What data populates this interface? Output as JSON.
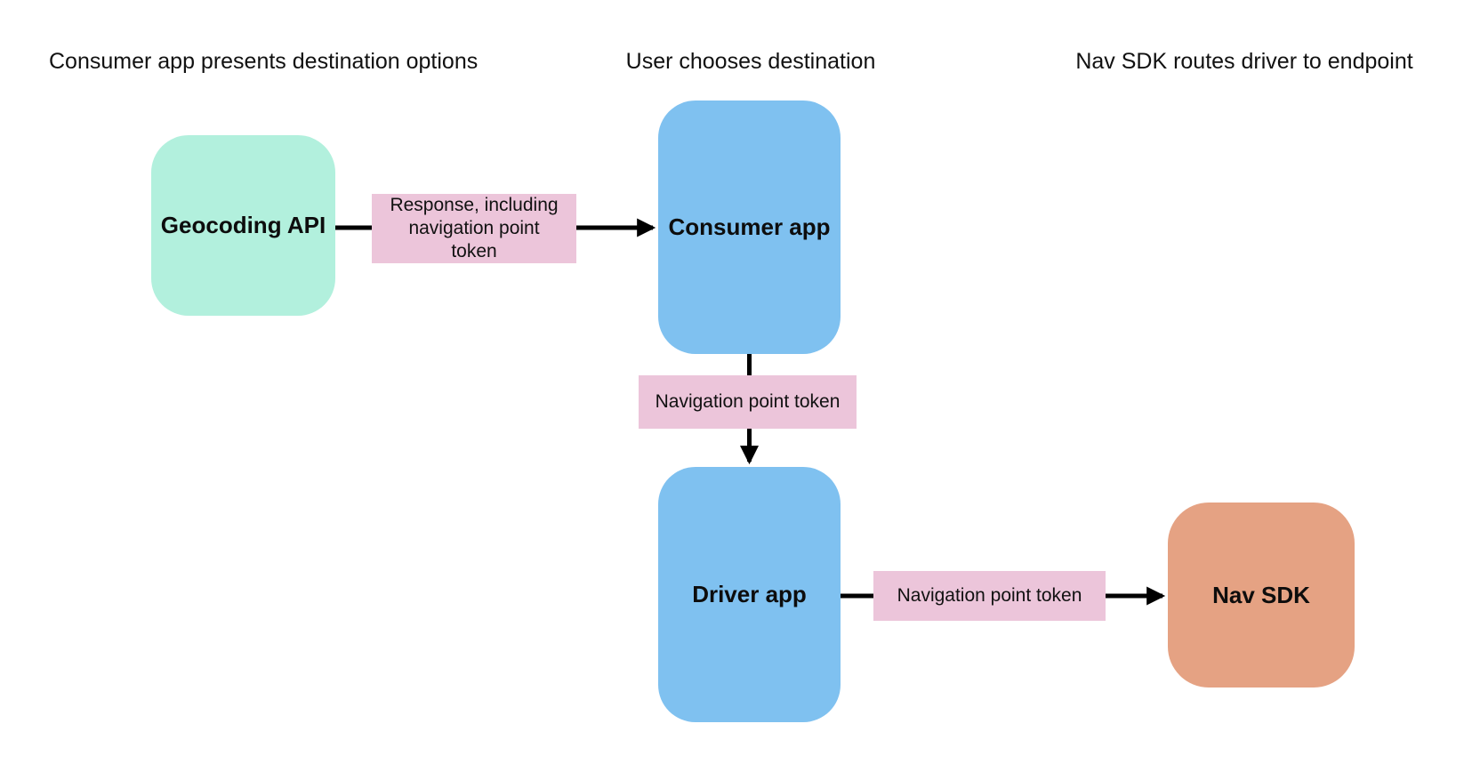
{
  "diagram": {
    "background": "#ffffff",
    "arrow_color": "#000000",
    "text_color": "#111111"
  },
  "headers": [
    {
      "id": "header-1",
      "text": "Consumer app presents destination options"
    },
    {
      "id": "header-2",
      "text": "User chooses destination"
    },
    {
      "id": "header-3",
      "text": "Nav SDK routes driver to endpoint"
    }
  ],
  "nodes": [
    {
      "id": "geocoding-api",
      "label": "Geocoding API",
      "color": "#B2F0DD"
    },
    {
      "id": "consumer-app",
      "label": "Consumer app",
      "color": "#7FC1F0"
    },
    {
      "id": "driver-app",
      "label": "Driver app",
      "color": "#7FC1F0"
    },
    {
      "id": "nav-sdk",
      "label": "Nav SDK",
      "color": "#E5A283"
    }
  ],
  "edge_labels": [
    {
      "id": "response-including-navigation-point-token",
      "text": "Response, including navigation point token",
      "color": "#ECC5DA"
    },
    {
      "id": "navigation-point-token-consumer-to-driver",
      "text": "Navigation point token",
      "color": "#ECC5DA"
    },
    {
      "id": "navigation-point-token-driver-to-navsdk",
      "text": "Navigation point token",
      "color": "#ECC5DA"
    }
  ],
  "edges": [
    {
      "from": "geocoding-api",
      "to": "consumer-app"
    },
    {
      "from": "consumer-app",
      "to": "driver-app"
    },
    {
      "from": "driver-app",
      "to": "nav-sdk"
    }
  ]
}
